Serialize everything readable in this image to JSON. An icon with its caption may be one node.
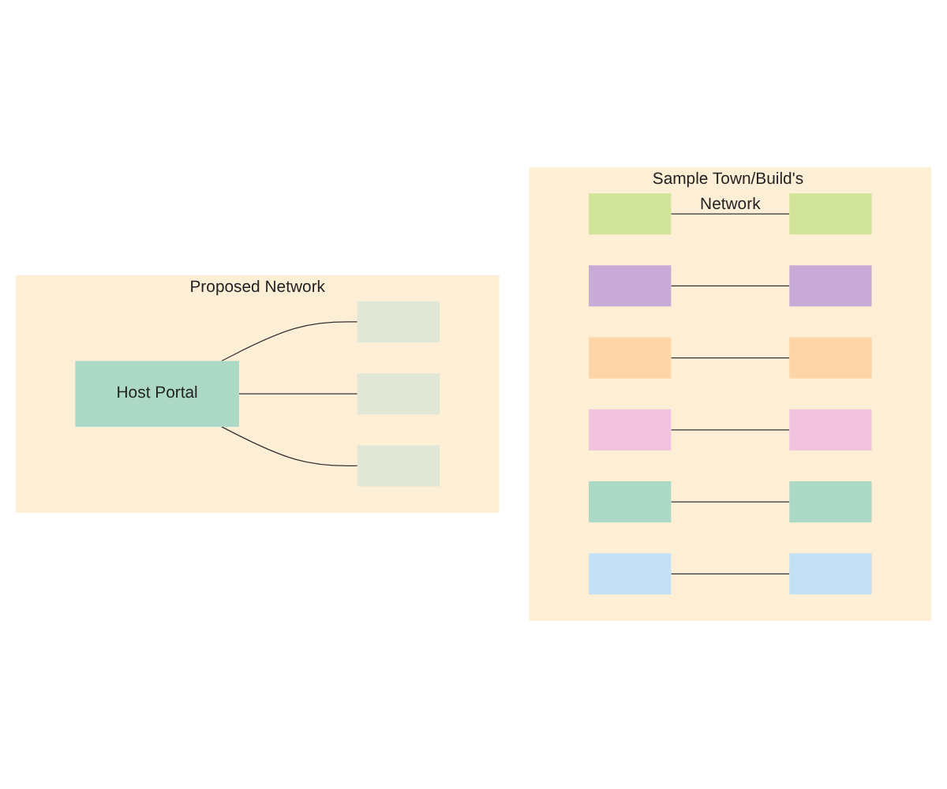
{
  "diagram": {
    "nodes": [
      {
        "text": [
          "Sample Town/Build's Network"
        ]
      },
      {
        "text": [],
        "shape": "box",
        "in": 0
      },
      {
        "text": [],
        "shape": "box",
        "in": 0
      },
      {
        "text": [],
        "shape": "box",
        "in": 0
      },
      {
        "text": [],
        "shape": "box",
        "in": 0
      },
      {
        "text": [],
        "shape": "box",
        "in": 0
      },
      {
        "text": [],
        "shape": "box",
        "in": 0
      },
      {
        "text": [],
        "shape": "box",
        "in": 0
      },
      {
        "text": [],
        "shape": "box",
        "in": 0
      },
      {
        "text": [],
        "shape": "box",
        "in": 0
      },
      {
        "text": [],
        "shape": "box",
        "in": 0
      },
      {
        "text": [],
        "shape": "box",
        "in": 0
      },
      {
        "text": [],
        "shape": "box",
        "in": 0
      },
      {
        "text": [
          "Proposed Network"
        ]
      },
      {
        "text": [],
        "shape": "box",
        "in": 13
      },
      {
        "text": [
          "Host Portal"
        ],
        "in": 13
      },
      {
        "text": [],
        "shape": "box",
        "in": 13
      },
      {
        "text": [],
        "shape": "box",
        "in": 13
      }
    ],
    "edges": [
      {
        "from": 1,
        "to": 8,
        "arrow": "none"
      },
      {
        "from": 3,
        "to": 10,
        "arrow": "none"
      },
      {
        "from": 5,
        "to": 12,
        "arrow": "none"
      },
      {
        "from": 7,
        "to": 4,
        "arrow": "none"
      },
      {
        "from": 9,
        "to": 2,
        "arrow": "none"
      },
      {
        "from": 11,
        "to": 6,
        "arrow": "none"
      },
      {
        "from": 15,
        "to": 14,
        "arrow": "none"
      },
      {
        "from": 15,
        "to": 16,
        "arrow": "none"
      },
      {
        "from": 15,
        "to": 17,
        "arrow": "none"
      }
    ]
  }
}
